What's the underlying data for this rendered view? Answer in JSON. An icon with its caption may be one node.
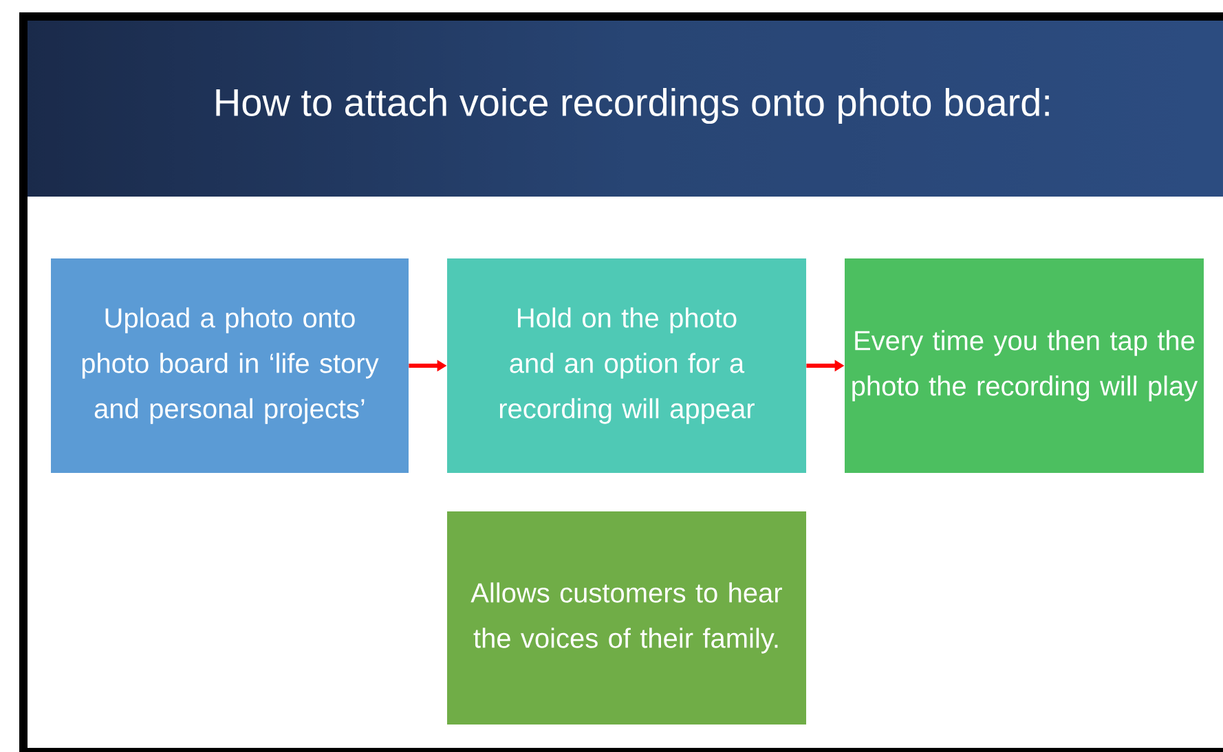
{
  "diagram": {
    "title": "How to attach voice recordings onto photo board:",
    "nodes": [
      {
        "text": [
          "Upload a photo onto photo board in ‘life story and personal projects’"
        ]
      },
      {
        "text": [
          "Hold on the photo and an option for a recording will appear"
        ]
      },
      {
        "text": [
          "Every time you then tap the photo the recording will play"
        ]
      },
      {
        "text": [
          "Allows customers to hear the voices of their family."
        ]
      }
    ],
    "edges": [
      {
        "from": 0,
        "to": 1,
        "arrow": "to"
      },
      {
        "from": 1,
        "to": 2,
        "arrow": "to"
      }
    ]
  }
}
